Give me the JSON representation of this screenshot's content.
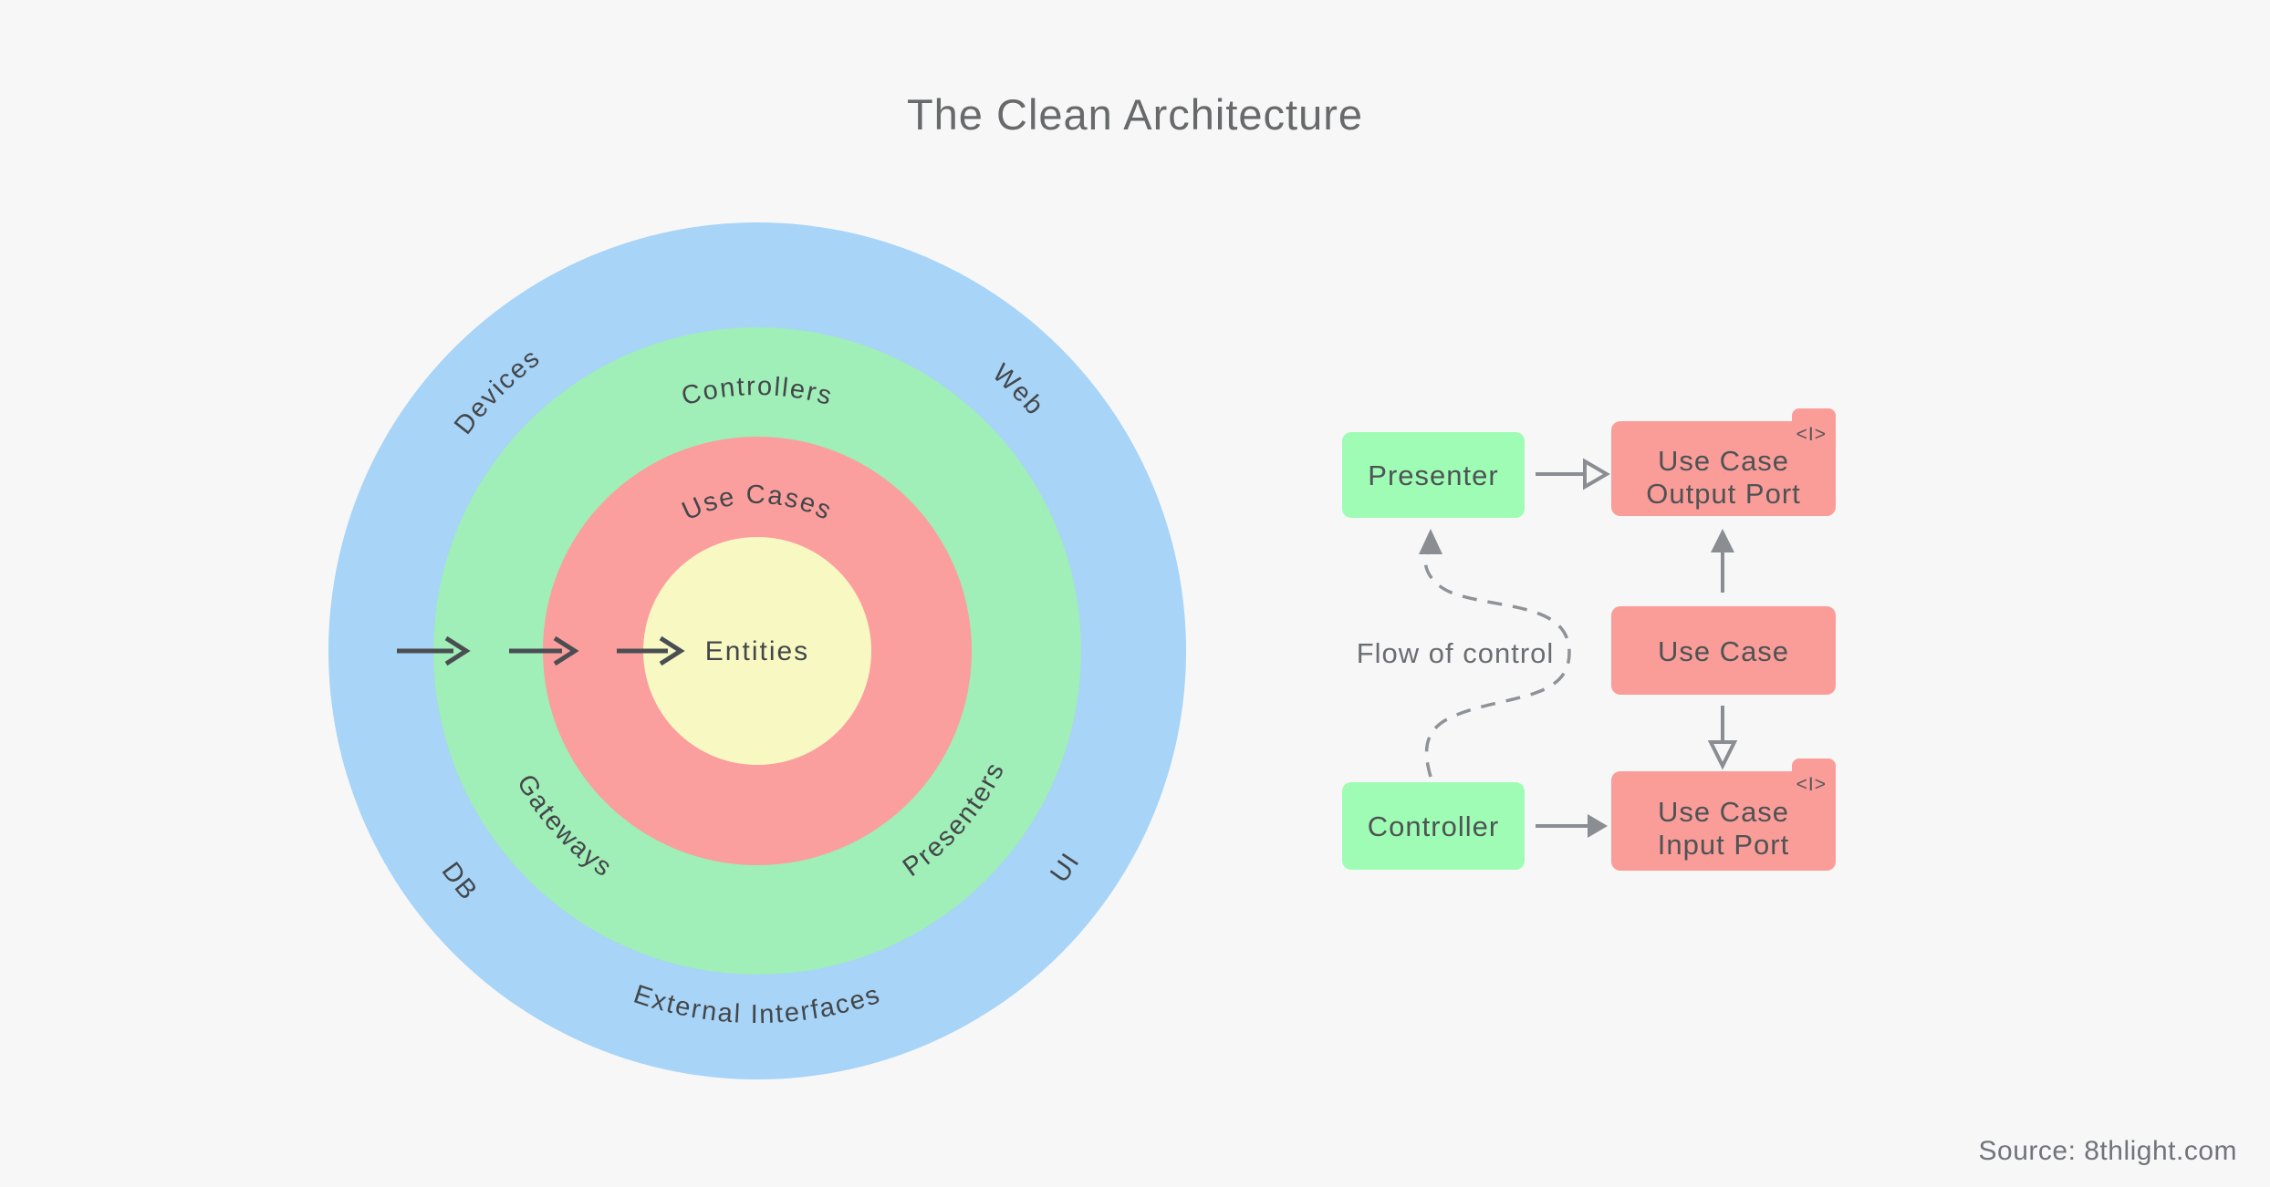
{
  "title": "The Clean Architecture",
  "source_credit": "Source: 8thlight.com",
  "colors": {
    "background": "#F7F7F8",
    "ring_blue": "#A7D4F7",
    "ring_green": "#A0EEB8",
    "ring_red": "#FB9E9E",
    "ring_yellow": "#F8F8C3",
    "box_green": "#9FFCB4",
    "box_red": "#FA9C98"
  },
  "circle_diagram": {
    "center_label": "Entities",
    "ring_labels": {
      "devices": "Devices",
      "web": "Web",
      "controllers": "Controllers",
      "use_cases": "Use Cases",
      "gateways": "Gateways",
      "presenters": "Presenters",
      "db": "DB",
      "ui": "UI",
      "external_interfaces": "External Interfaces"
    }
  },
  "flow_diagram": {
    "presenter_label": "Presenter",
    "controller_label": "Controller",
    "use_case_label": "Use Case",
    "output_port_line1": "Use Case",
    "output_port_line2": "Output Port",
    "input_port_line1": "Use Case",
    "input_port_line2": "Input Port",
    "interface_tag": "<I>",
    "flow_of_control_label": "Flow of control"
  }
}
